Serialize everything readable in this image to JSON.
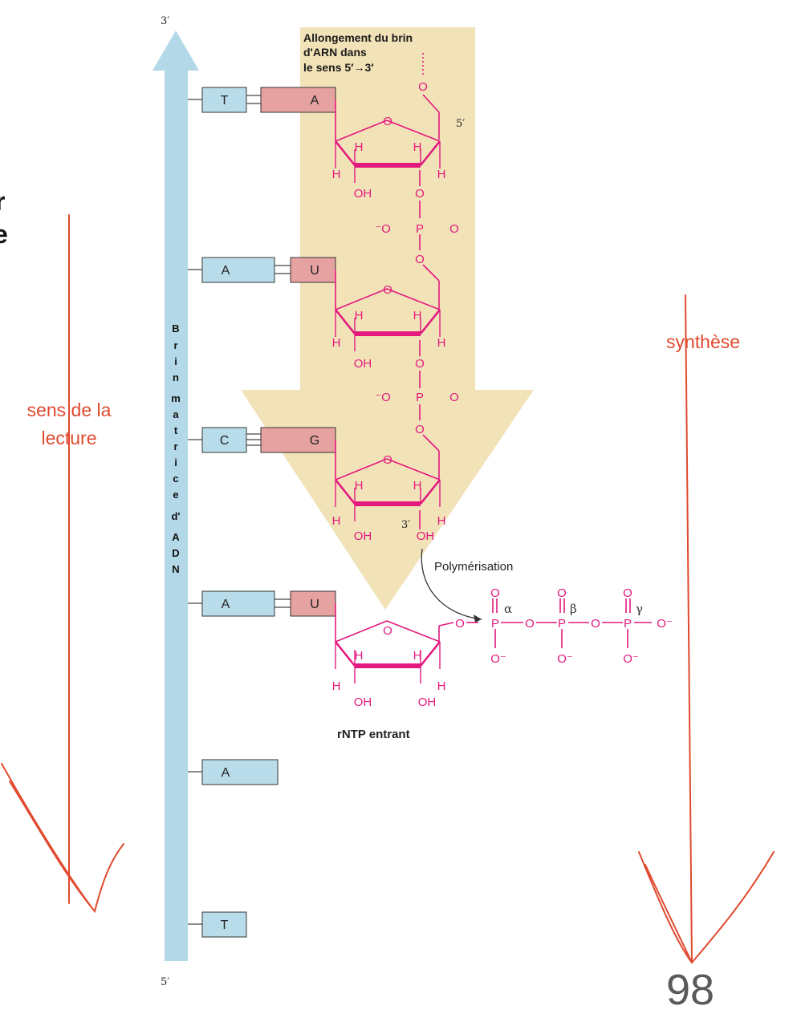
{
  "colors": {
    "template_strand": "#b3d8e8",
    "template_box": "#b9dcea",
    "rna_box": "#e6a1a1",
    "chemistry": "#e3197f",
    "elongation_arrow": "#f2e2b8",
    "annotation_red": "#e04a2f",
    "dark_text": "#1a1a1a",
    "page_number": "#5a5a5a"
  },
  "icons": {
    "template_arrow": "upward-arrow",
    "elongation_arrow": "downward-arrow",
    "annotation_arrows": "hand-drawn-downward-arrow"
  },
  "template_strand": {
    "top_label": "3′",
    "bottom_label": "5′",
    "vertical_label": [
      "B",
      "r",
      "i",
      "n",
      "m",
      "a",
      "t",
      "r",
      "i",
      "c",
      "e",
      "d'",
      "A",
      "D",
      "N"
    ]
  },
  "elongation_label": [
    "Allongement du brin",
    "d'ARN dans",
    "le sens 5′→3′"
  ],
  "pairs": [
    {
      "template": "T",
      "rna": "A"
    },
    {
      "template": "A",
      "rna": "U"
    },
    {
      "template": "C",
      "rna": "G"
    },
    {
      "template": "A",
      "rna": "U"
    },
    {
      "template": "A",
      "rna": null
    },
    {
      "template": "T",
      "rna": null
    }
  ],
  "chem": {
    "O": "O",
    "H": "H",
    "OH": "OH",
    "P": "P",
    "O_minus": "⁻O",
    "O_minus_right": "O⁻",
    "label_5prime": "5′",
    "label_3prime": "3′",
    "alpha": "α",
    "beta": "β",
    "gamma": "γ"
  },
  "polymerisation_label": "Polymérisation",
  "rntp_label": "rNTP entrant",
  "left_fragment": [
    "r",
    "e"
  ],
  "annotations": {
    "left": [
      "sens de la",
      "lecture"
    ],
    "right": "synthèse"
  },
  "page_number": "98"
}
